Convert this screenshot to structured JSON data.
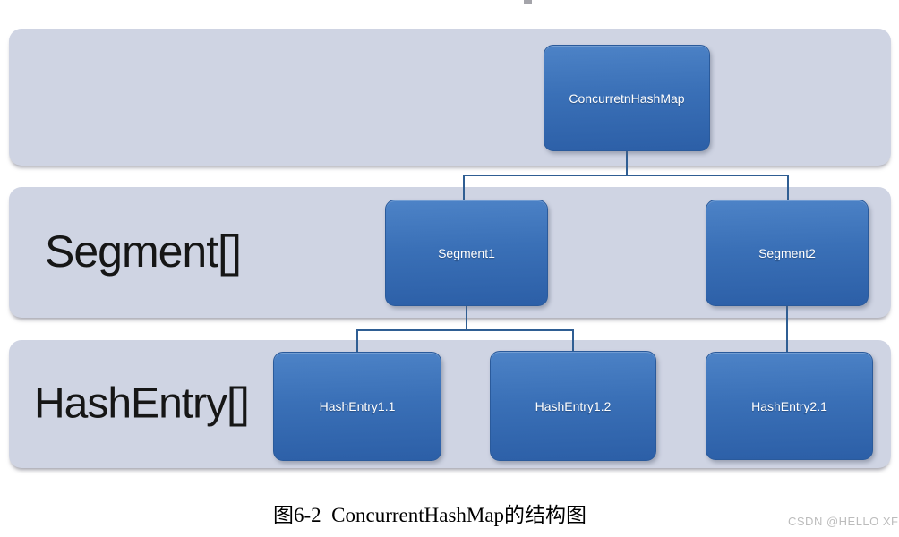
{
  "diagram": {
    "caption": "图6-2  ConcurrentHashMap的结构图",
    "watermark": "CSDN @HELLO XF",
    "bands": [
      {
        "id": "map-lane",
        "label": ""
      },
      {
        "id": "segment-array",
        "label": "Segment[]"
      },
      {
        "id": "hashentry-array",
        "label": "HashEntry[]"
      }
    ],
    "nodes": [
      {
        "id": "concurrenthashmap",
        "label": "ConcurretnHashMap"
      },
      {
        "id": "segment1",
        "label": "Segment1"
      },
      {
        "id": "segment2",
        "label": "Segment2"
      },
      {
        "id": "hashentry-1-1",
        "label": "HashEntry1.1"
      },
      {
        "id": "hashentry-1-2",
        "label": "HashEntry1.2"
      },
      {
        "id": "hashentry-2-1",
        "label": "HashEntry2.1"
      }
    ],
    "edges": [
      {
        "from": "concurrenthashmap",
        "to": "segment1"
      },
      {
        "from": "concurrenthashmap",
        "to": "segment2"
      },
      {
        "from": "segment1",
        "to": "hashentry-1-1"
      },
      {
        "from": "segment1",
        "to": "hashentry-1-2"
      },
      {
        "from": "segment2",
        "to": "hashentry-2-1"
      }
    ],
    "colors": {
      "band_fill": "#cfd4e3",
      "node_fill_top": "#4d83c7",
      "node_fill_bottom": "#2c5fa7",
      "connector": "#2f5e93",
      "node_text": "#ffffff",
      "band_label_text": "#161616",
      "watermark_text": "#bcbcbc"
    }
  }
}
